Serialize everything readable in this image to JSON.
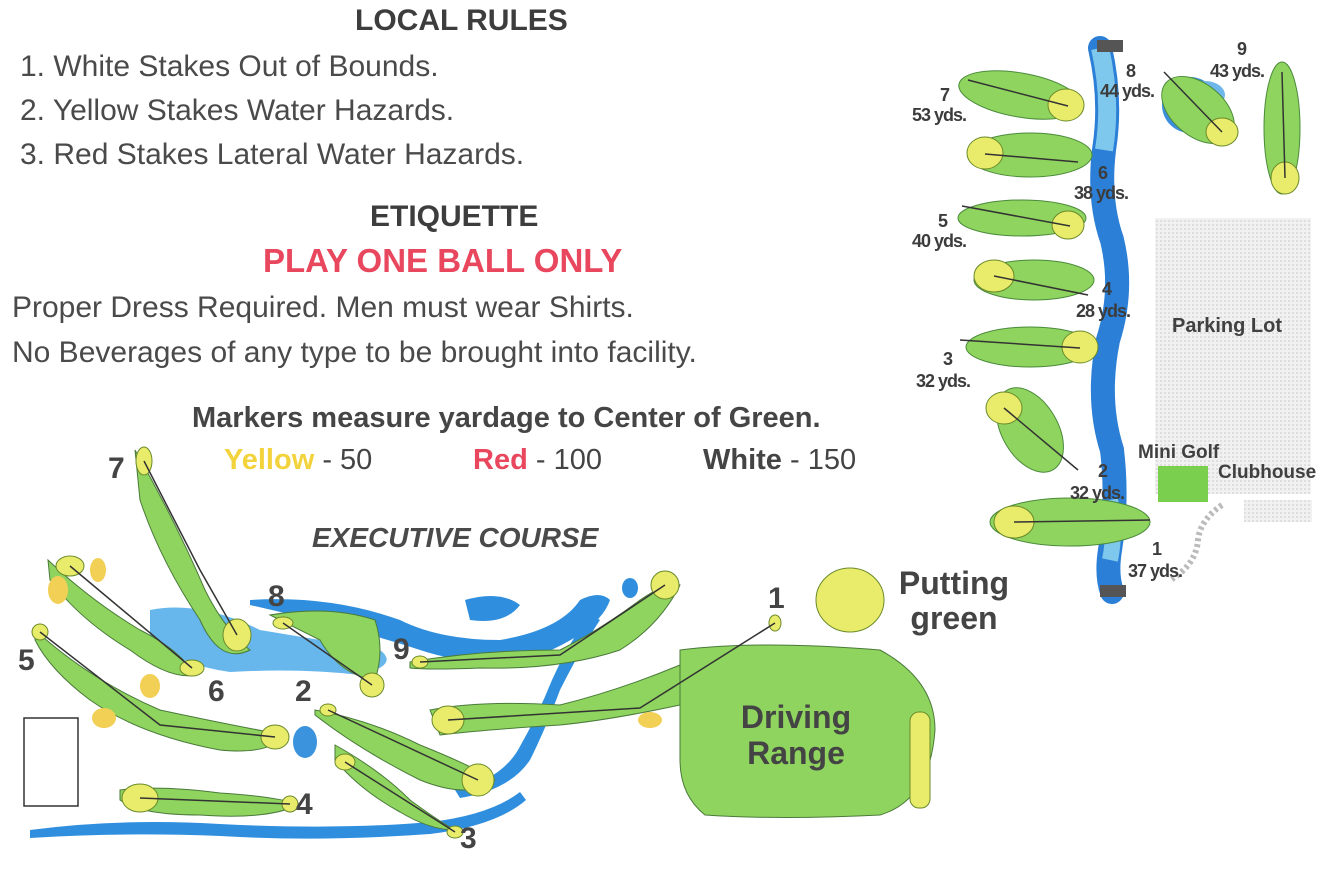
{
  "local_rules": {
    "title": "LOCAL RULES",
    "items": [
      "1. White Stakes Out of Bounds.",
      "2. Yellow Stakes Water Hazards.",
      "3. Red Stakes Lateral Water Hazards."
    ]
  },
  "etiquette": {
    "title": "ETIQUETTE",
    "highlight": "PLAY ONE BALL ONLY",
    "lines": [
      "Proper Dress Required. Men must wear Shirts.",
      "No Beverages of any type to be brought into facility."
    ]
  },
  "markers": {
    "heading": "Markers measure yardage to Center of Green.",
    "yellow_label": "Yellow",
    "yellow_value": "- 50",
    "red_label": "Red",
    "red_value": "- 100",
    "white_label": "White",
    "white_value": "- 150",
    "colors": {
      "yellow": "#f2d33c",
      "red": "#e8475e",
      "white": "#444444"
    }
  },
  "executive_course": {
    "title": "EXECUTIVE COURSE",
    "hole_numbers": [
      "7",
      "8",
      "9",
      "1",
      "5",
      "6",
      "2",
      "4",
      "3"
    ],
    "putting_green": "Putting green",
    "driving_range_line1": "Driving",
    "driving_range_line2": "Range"
  },
  "little_links": {
    "holes": [
      {
        "num": "7",
        "yds": "53 yds."
      },
      {
        "num": "8",
        "yds": "44 yds."
      },
      {
        "num": "9",
        "yds": "43 yds."
      },
      {
        "num": "6",
        "yds": "38 yds."
      },
      {
        "num": "5",
        "yds": "40 yds."
      },
      {
        "num": "4",
        "yds": "28 yds."
      },
      {
        "num": "3",
        "yds": "32 yds."
      },
      {
        "num": "2",
        "yds": "32 yds."
      },
      {
        "num": "1",
        "yds": "37 yds."
      }
    ],
    "parking": "Parking Lot",
    "mini_golf": "Mini Golf",
    "clubhouse": "Clubhouse"
  },
  "colors": {
    "fairway": "#8fd45f",
    "green": "#e9ec6a",
    "water": "#2b8fde",
    "bunker": "#f2cf55"
  }
}
